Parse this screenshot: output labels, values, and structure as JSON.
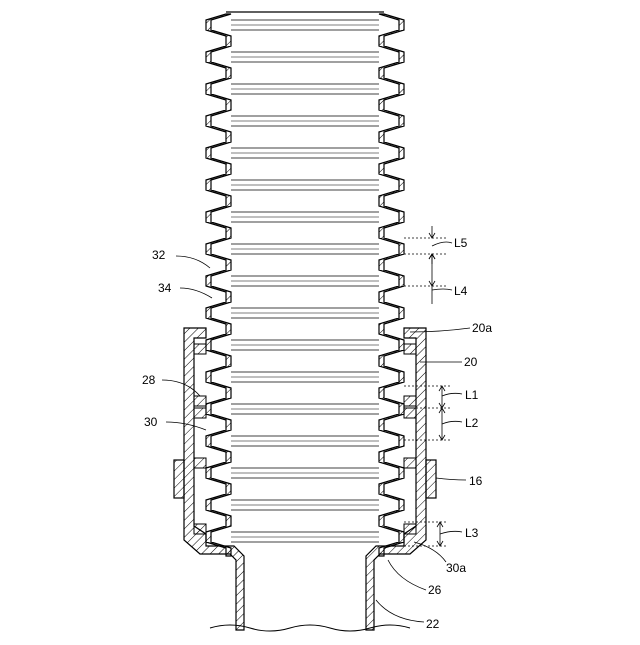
{
  "diagram": {
    "labels": {
      "l5": "L5",
      "l4": "L4",
      "l1": "L1",
      "l2": "L2",
      "l3": "L3",
      "ref_32": "32",
      "ref_34": "34",
      "ref_28": "28",
      "ref_30": "30",
      "ref_20a": "20a",
      "ref_20": "20",
      "ref_16": "16",
      "ref_30a": "30a",
      "ref_26": "26",
      "ref_22": "22"
    }
  }
}
